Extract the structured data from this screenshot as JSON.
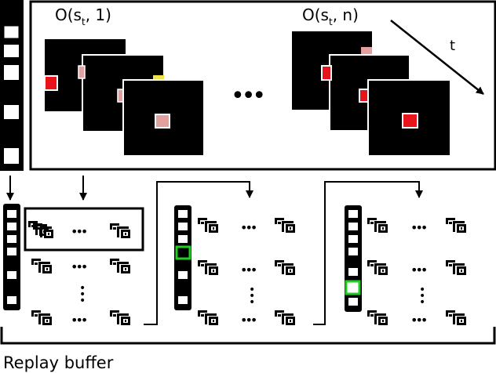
{
  "labels": {
    "obs_first": "O(s",
    "obs_first_sub": "t",
    "obs_first_arg": ", 1)",
    "obs_last": "O(s",
    "obs_last_sub": "t",
    "obs_last_arg": ", n)",
    "time_axis": "t",
    "dots_h": "•••",
    "dots_v": "•",
    "replay_buffer": "Replay buffer"
  },
  "colors": {
    "frame_bg": "#000000",
    "red_marker": "#e8141b",
    "pink_marker": "#e3a0a0",
    "yellow_marker": "#f2e24a",
    "green_highlight": "#22cc22",
    "icon_fg": "#000000",
    "stroke": "#000000"
  },
  "icon_semantics": {
    "state_icon": "pixel-state-icon",
    "state_strip": "state-sequence-strip",
    "highlighted_slot": "selected-state-slot"
  }
}
